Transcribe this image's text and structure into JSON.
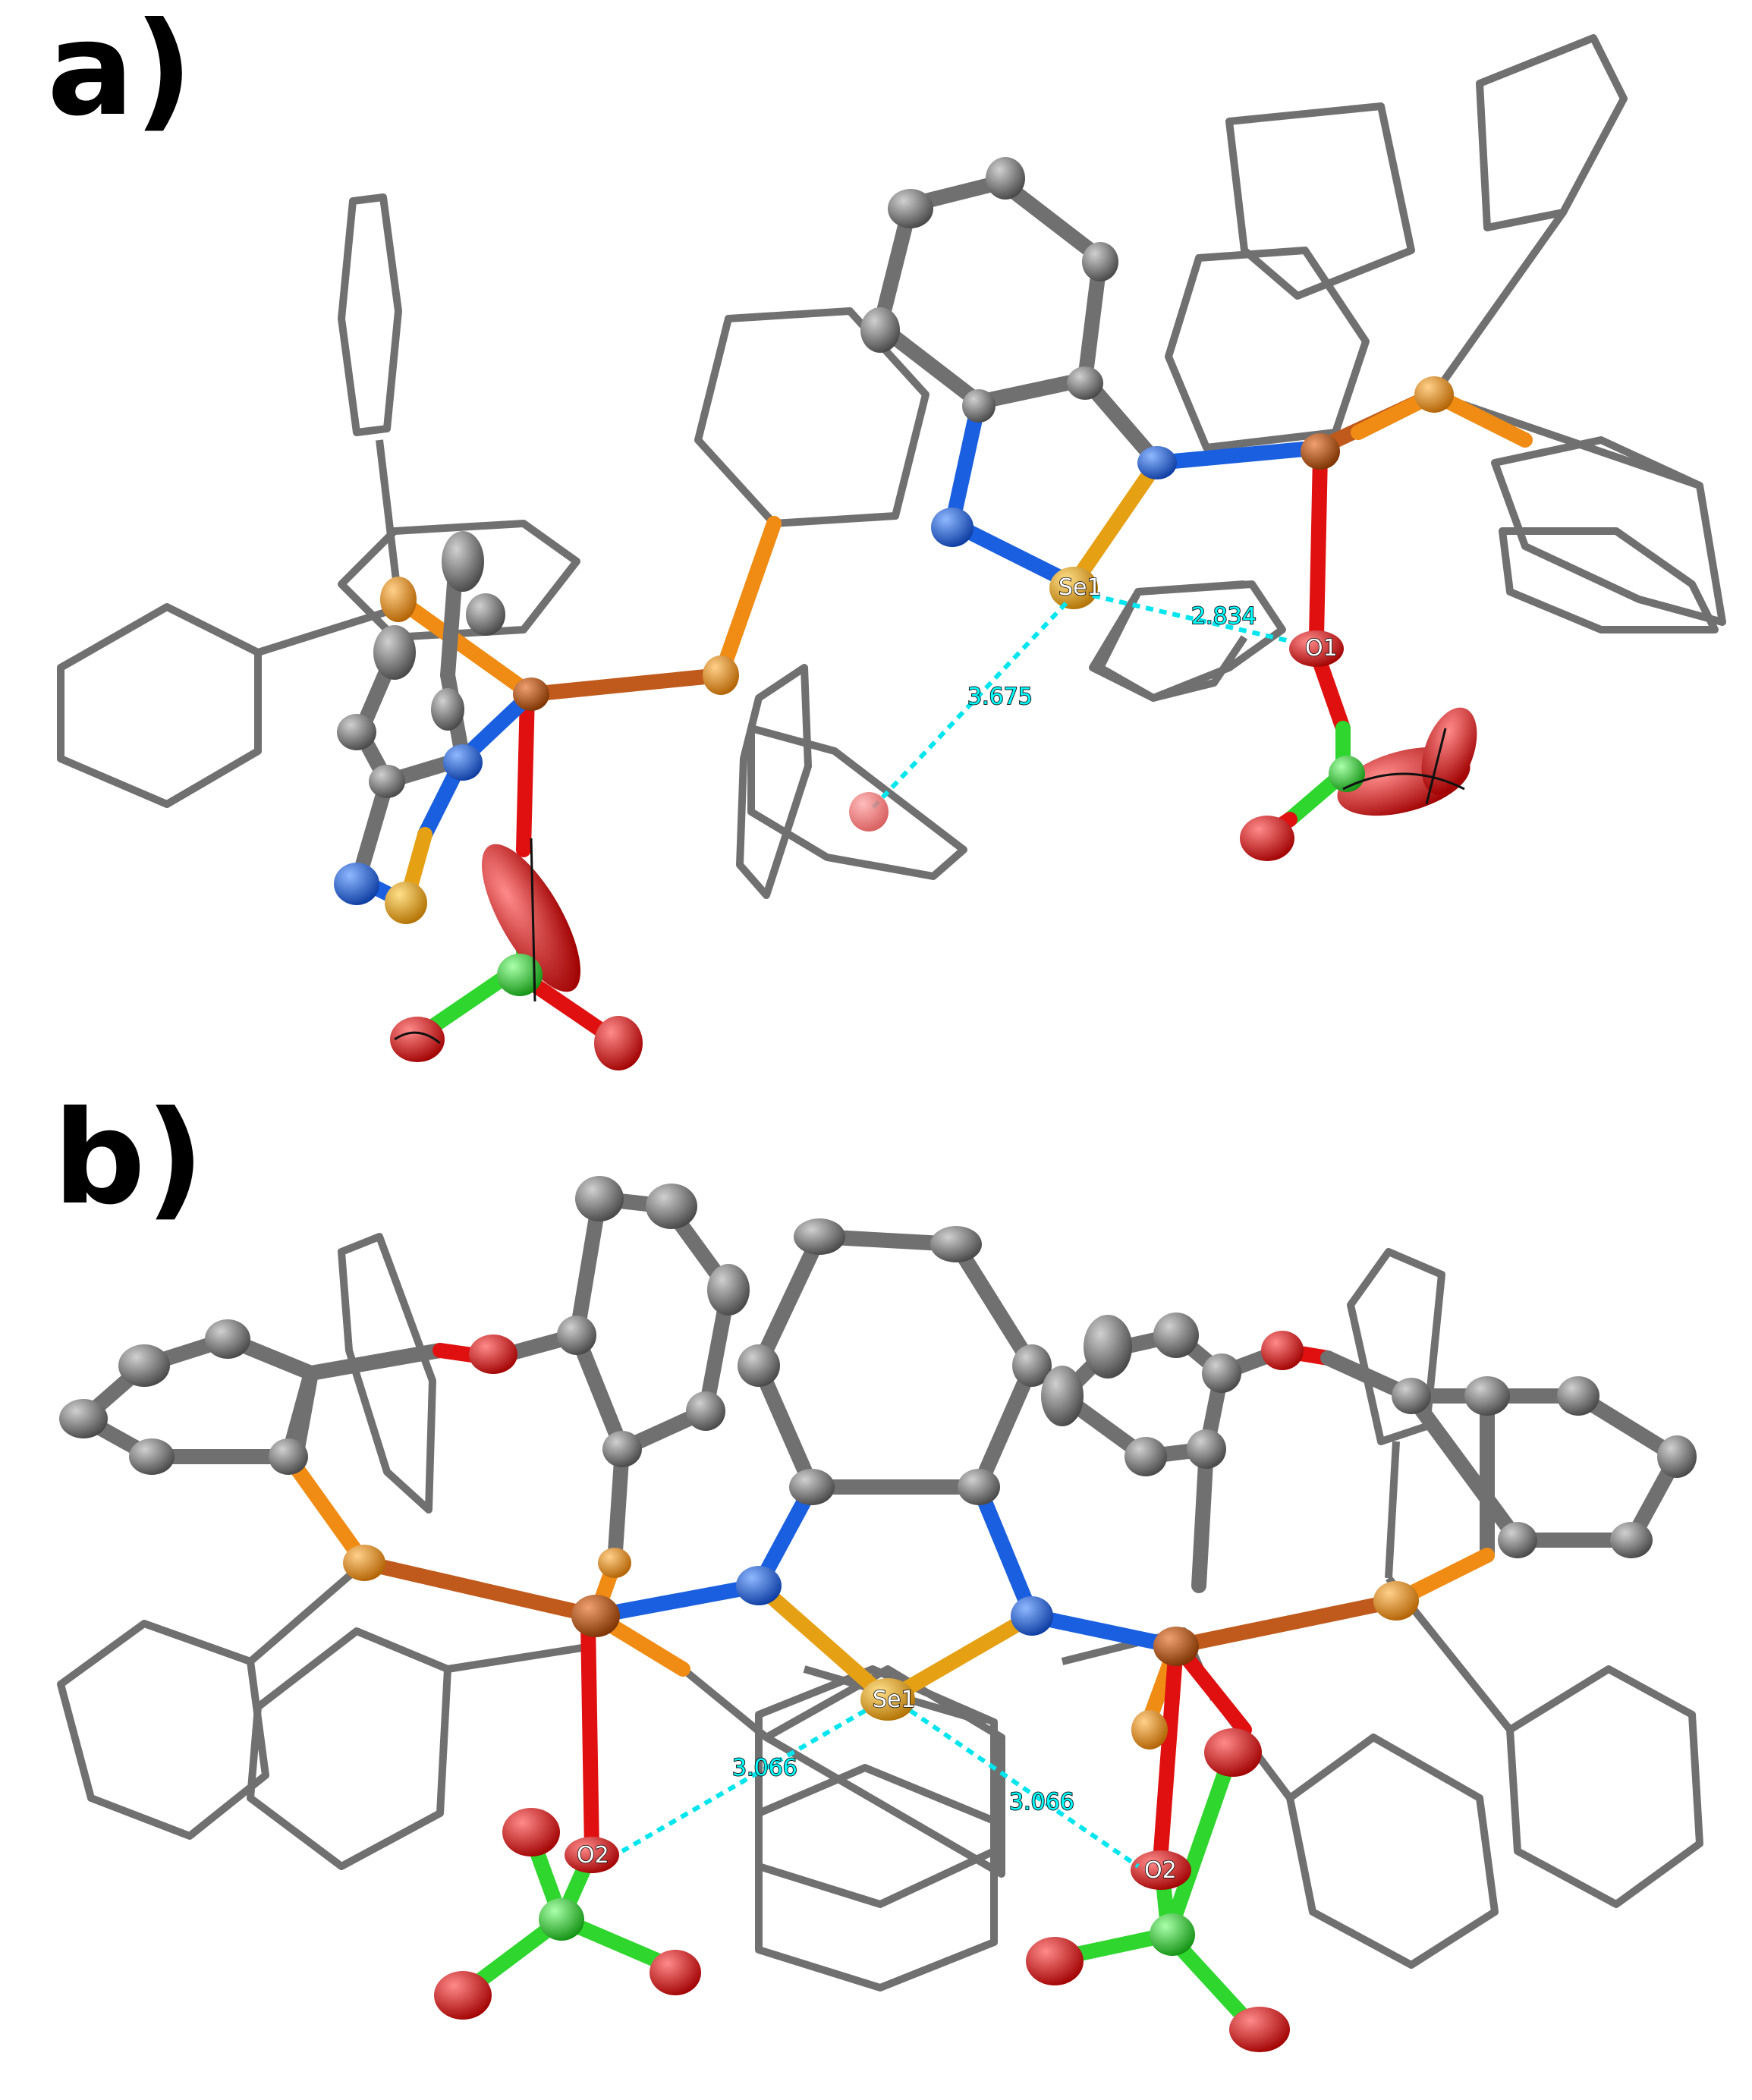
{
  "panels": {
    "a": {
      "label": "a)",
      "atom_labels": {
        "se1": "Se1",
        "o1": "O1"
      },
      "distances": {
        "se_o": "2.834",
        "se_centroid": "3.675"
      }
    },
    "b": {
      "label": "b)",
      "atom_labels": {
        "se1": "Se1",
        "o2_left": "O2",
        "o2_right": "O2"
      },
      "distances": {
        "left": "3.066",
        "right": "3.066"
      }
    }
  },
  "colors": {
    "carbon": "#6e6e6e",
    "copper": "#c05a1c",
    "phosphorus": "#f08c14",
    "nitrogen": "#1a5fe0",
    "selenium": "#e6a014",
    "oxygen": "#e01010",
    "chlorine": "#2ed62e",
    "contact": "#00e5ee"
  }
}
